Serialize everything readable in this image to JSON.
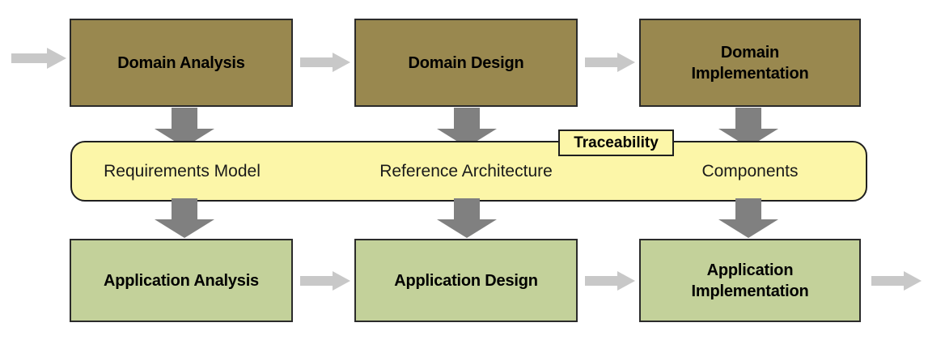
{
  "diagram": {
    "title": "Domain Engineering and Application Engineering process flow",
    "colors": {
      "domain_box_fill": "#99884F",
      "application_box_fill": "#C3D19A",
      "asset_band_fill": "#FCF6A8",
      "box_stroke": "#2B2B2B",
      "flow_arrow_fill": "#C8C8C8",
      "derive_arrow_fill": "#808080",
      "background": "#FFFFFF",
      "text": "#000000"
    },
    "domain_row": {
      "boxes": [
        {
          "label": "Domain Analysis",
          "lines": [
            "Domain Analysis"
          ]
        },
        {
          "label": "Domain Design",
          "lines": [
            "Domain Design"
          ]
        },
        {
          "label": "Domain Implementation",
          "lines": [
            "Domain",
            "Implementation"
          ]
        }
      ]
    },
    "asset_row": {
      "callout": "Traceability",
      "labels": [
        "Requirements Model",
        "Reference Architecture",
        "Components"
      ]
    },
    "application_row": {
      "boxes": [
        {
          "label": "Application Analysis",
          "lines": [
            "Application Analysis"
          ]
        },
        {
          "label": "Application Design",
          "lines": [
            "Application Design"
          ]
        },
        {
          "label": "Application Implementation",
          "lines": [
            "Application",
            "Implementation"
          ]
        }
      ]
    },
    "arrows": {
      "entry": "flow-arrow-right",
      "exit": "flow-arrow-right",
      "between_domain": [
        "flow-arrow-right",
        "flow-arrow-right"
      ],
      "between_application": [
        "flow-arrow-right",
        "flow-arrow-right"
      ],
      "domain_to_assets": [
        "derive-arrow-down",
        "derive-arrow-down",
        "derive-arrow-down"
      ],
      "assets_to_application": [
        "derive-arrow-down",
        "derive-arrow-down",
        "derive-arrow-down"
      ]
    }
  }
}
